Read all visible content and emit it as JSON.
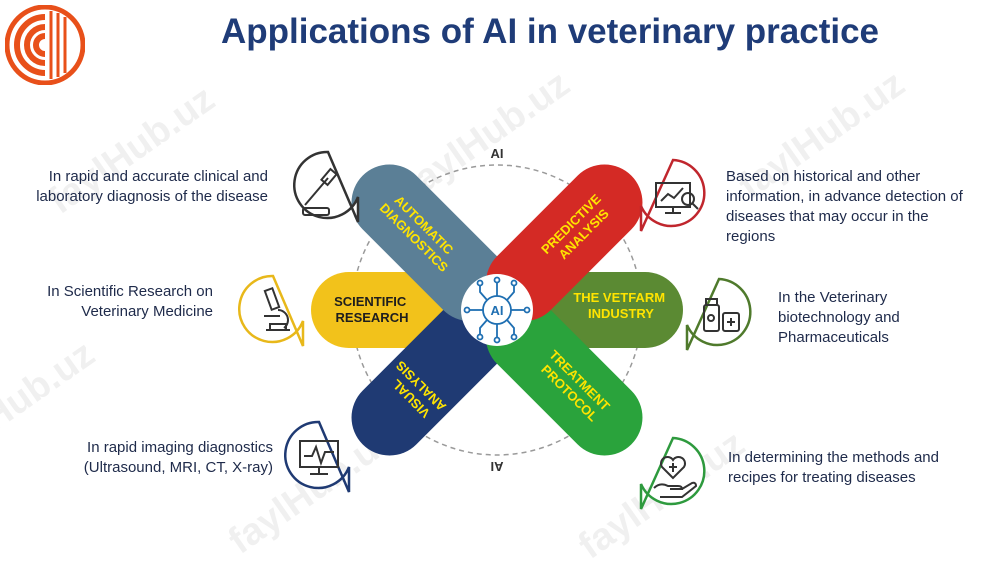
{
  "title": "Applications of AI in veterinary practice",
  "ring_labels": {
    "top": "AI",
    "bottom": "AI"
  },
  "hub": {
    "label": "AI"
  },
  "watermark": "faylHub.uz",
  "colors": {
    "title": "#1f3c78",
    "logo": "#e8501a",
    "ring": "#9a9a9a",
    "band_text_yellow": "#ffe400",
    "band_text_dark": "#1e1e1e"
  },
  "bands": [
    {
      "id": "automatic-diagnostics",
      "lines": [
        "AUTOMATIC",
        "DIAGNOSTICS"
      ],
      "color": "#5b7f96",
      "text_color": "#ffe400",
      "icon": "pipette-icon",
      "ring_color": "#333333"
    },
    {
      "id": "predictive-analysis",
      "lines": [
        "PREDICTIVE",
        "ANALYSIS"
      ],
      "color": "#d42a25",
      "text_color": "#ffe400",
      "icon": "analytics-monitor-icon",
      "ring_color": "#c0262d"
    },
    {
      "id": "the-vetfarm-industry",
      "lines": [
        "THE VETFARM",
        "INDUSTRY"
      ],
      "color": "#5b8a33",
      "text_color": "#ffe400",
      "icon": "medicine-bottles-icon",
      "ring_color": "#4f7a2c"
    },
    {
      "id": "treatment-protocol",
      "lines": [
        "TREATMENT",
        "PROTOCOL"
      ],
      "color": "#2aa33c",
      "text_color": "#ffe400",
      "icon": "heart-in-hand-icon",
      "ring_color": "#2e9a3e"
    },
    {
      "id": "visual-analysis",
      "lines": [
        "VISUAL",
        "ANALYSIS"
      ],
      "color": "#1f3a73",
      "text_color": "#ffe400",
      "icon": "imaging-monitor-icon",
      "ring_color": "#1f3a73"
    },
    {
      "id": "scientific-research",
      "lines": [
        "SCIENTIFIC",
        "RESEARCH"
      ],
      "color": "#f2c21b",
      "text_color": "#1e1e1e",
      "icon": "microscope-icon",
      "ring_color": "#e8b81a"
    }
  ],
  "descriptions": {
    "automatic_diagnostics": [
      "In rapid and accurate clinical and",
      "laboratory diagnosis of the disease"
    ],
    "predictive_analysis": [
      "Based on historical and other",
      "information, in advance detection of",
      "diseases that may occur in the",
      "regions"
    ],
    "vetfarm_industry": [
      "In the Veterinary",
      "biotechnology and",
      "Pharmaceuticals"
    ],
    "treatment_protocol": [
      "In determining the methods and",
      "recipes for treating diseases"
    ],
    "visual_analysis": [
      "In rapid imaging diagnostics",
      "(Ultrasound, MRI, CT, X-ray)"
    ],
    "scientific_research": [
      "In Scientific Research on",
      "Veterinary Medicine"
    ]
  }
}
